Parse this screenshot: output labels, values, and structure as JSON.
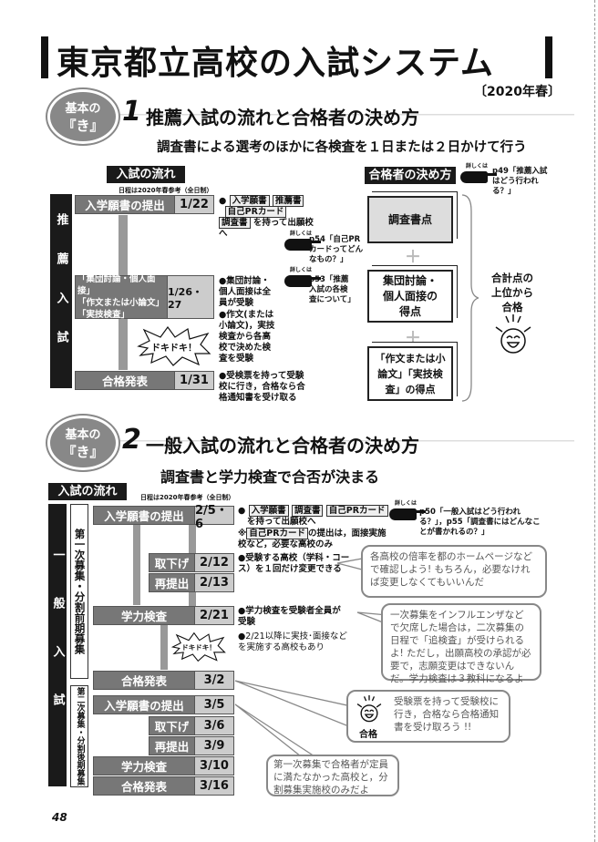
{
  "title": "東京都立高校の入試システム",
  "season": "〔2020年春〕",
  "badge_label": [
    "基本の",
    "『き』"
  ],
  "section1": {
    "number": "1",
    "title": "推薦入試の流れと合格者の決め方",
    "subtitle": "調査書による選考のほかに各検査を１日または２日かけて行う",
    "flow_label": "入試の流れ",
    "schedule_note": "日程は2020年春参考（全日制）",
    "side_label": "推薦入試",
    "rows": [
      {
        "label": "入学願書の提出",
        "date": "1/22"
      },
      {
        "label_lines": [
          "「集団討論・個人面接」",
          "「作文または小論文」",
          "「実技検査」"
        ],
        "date": "1/26・27"
      },
      {
        "label": "合格発表",
        "date": "1/31"
      }
    ],
    "burst": "ドキドキ！",
    "notes": {
      "docs": [
        "入学願書",
        "推薦書",
        "自己PRカード",
        "調査書"
      ],
      "docs_tail": "を持って出願校へ",
      "n2": "●集団討論・個人面接は全員が受験",
      "n3": "●作文(または小論文)，実技検査から各高校で決めた検査を受験",
      "n4": "●受検票を持って受験校に行き，合格なら合格通知書を受け取る"
    },
    "refs": {
      "tag": "詳しくは",
      "r1": "p54「自己PRカードってどんなもの？」",
      "r2": "p53「推薦入試の各検査について」",
      "r3": "p49「推薦入試はどう行われる？」"
    },
    "method_label": "合格者の決め方",
    "boxes": [
      "調査書点",
      "集団討論・個人面接の得点",
      "「作文または小論文」「実技検査」の得点"
    ],
    "result": "合計点の上位から合格"
  },
  "section2": {
    "number": "2",
    "title": "一般入試の流れと合格者の決め方",
    "subtitle": "調査書と学力検査で合否が決まる",
    "flow_label": "入試の流れ",
    "schedule_note": "日程は2020年春参考（全日制）",
    "side_label": "一般入試",
    "phase1": "第一次募集・分割前期募集",
    "phase2": "第二次募集・分割後期募集",
    "rows1": [
      {
        "label": "入学願書の提出",
        "date": "2/5・6"
      },
      {
        "label": "取下げ",
        "date": "2/12"
      },
      {
        "label": "再提出",
        "date": "2/13"
      },
      {
        "label": "学力検査",
        "date": "2/21"
      },
      {
        "label": "合格発表",
        "date": "3/2"
      }
    ],
    "rows2": [
      {
        "label": "入学願書の提出",
        "date": "3/5"
      },
      {
        "label": "取下げ",
        "date": "3/6"
      },
      {
        "label": "再提出",
        "date": "3/9"
      },
      {
        "label": "学力検査",
        "date": "3/10"
      },
      {
        "label": "合格発表",
        "date": "3/16"
      }
    ],
    "burst": "ドキドキ！",
    "notes": {
      "docs": [
        "入学願書",
        "調査書",
        "自己PRカード"
      ],
      "docs_tail": "を持って出願校へ",
      "n1b_pre": "※",
      "n1b_doc": "自己PRカード",
      "n1b": "の提出は，面接実施校など，必要な高校のみ",
      "n2": "●受験する高校（学科・コース）を１回だけ変更できる",
      "n3": "●学力検査を受験者全員が受験",
      "n4": "●2/21以降に実技･面接などを実施する高校もあり"
    },
    "ref": "p50「一般入試はどう行われる？」，p55「調査書にはどんなことが書かれるの？」",
    "ref_tag": "詳しくは",
    "bubbles": [
      "各高校の倍率を都のホームページなどで確認しよう! もちろん，必要なければ変更しなくてもいいんだ",
      "一次募集をインフルエンザなどで欠席した場合は，二次募集の日程で「追検査」が受けられるよ! ただし，出願高校の承認が必要で，志願変更はできないんだ。学力検査は３教科になるよ",
      "受験票を持って受験校に行き，合格なら合格通知書を受け取ろう !!",
      "第一次募集で合格者が定員に満たなかった高校と，分割募集実施校のみだよ"
    ],
    "pass_label": "合格"
  },
  "page_number": "48"
}
